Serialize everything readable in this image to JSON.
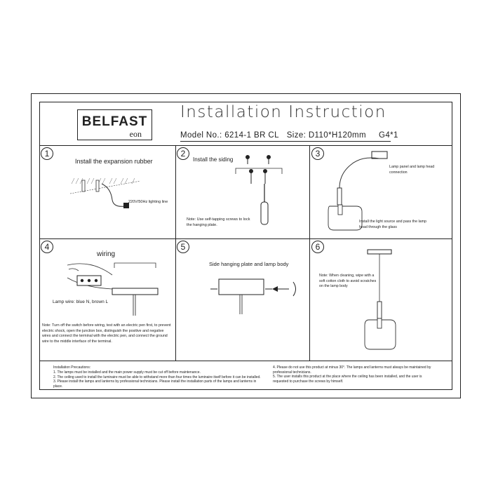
{
  "brand": {
    "name": "BELFAST",
    "sub": "eon"
  },
  "title": "Installation Instruction",
  "model": {
    "label": "Model No.: 6214-1 BR CL",
    "size": "Size: D110*H120mm",
    "bulb": "G4*1"
  },
  "steps": [
    {
      "num": "1",
      "caption": "Install the expansion rubber",
      "note": "220V/50Hz lighting line"
    },
    {
      "num": "2",
      "caption": "Install the siding",
      "note": "Note: Use self-tapping screws to lock the hanging plate."
    },
    {
      "num": "3",
      "caption": "Lamp panel and lamp head connection",
      "note": "Install the light source and pass the lamp head through the glass"
    },
    {
      "num": "4",
      "caption": "wiring",
      "note": "Lamp wire: blue N, brown L",
      "detail": "Note: Turn off the switch before wiring, test with an electric pen first, to prevent electric shock, open the junction box, distinguish the positive and negative wires and connect the terminal with the electric pen, and connect the ground wire to the middle interface of the terminal."
    },
    {
      "num": "5",
      "caption": "Side hanging plate and lamp body"
    },
    {
      "num": "6",
      "caption": "Note: When cleaning, wipe with a soft cotton cloth to avoid scratches on the lamp body"
    }
  ],
  "precautions": {
    "heading": "Installation Precautions:",
    "left": [
      "1. The lamps must be installed and the main power supply must be cut off before maintenance.",
      "2. The ceiling used to install the luminaire must be able to withstand more than four times the luminaire itself before it can be installed.",
      "3. Please install the lamps and lanterns by professional technicians. Please install the installation parts of the lamps and lanterns in place."
    ],
    "right": [
      "4. Please do not use this product at minus 30°. The lamps and lanterns must always be maintained by professional technicians.",
      "5. The user installs this product at the place where the ceiling has been installed, and the user is requested to purchase the screws by himself."
    ]
  }
}
